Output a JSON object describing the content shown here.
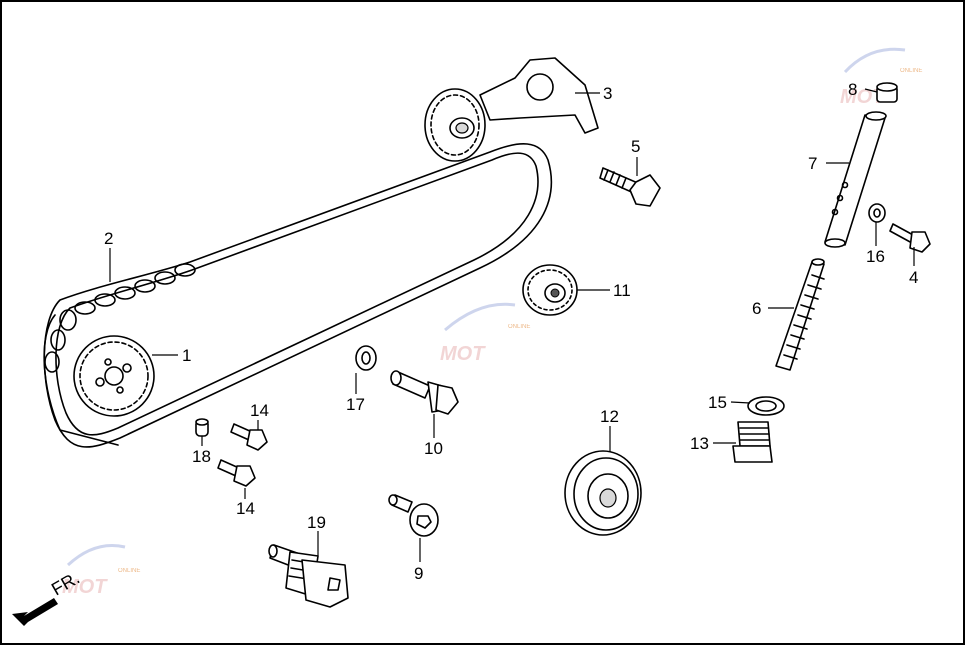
{
  "callouts": {
    "c1": "1",
    "c2": "2",
    "c3": "3",
    "c4": "4",
    "c5": "5",
    "c6": "6",
    "c7": "7",
    "c8": "8",
    "c9": "9",
    "c10": "10",
    "c11": "11",
    "c12": "12",
    "c13": "13",
    "c14a": "14",
    "c14b": "14",
    "c15": "15",
    "c16": "16",
    "c17": "17",
    "c18": "18",
    "c19": "19"
  },
  "direction_label": "FR.",
  "watermark": {
    "text": "MOT",
    "sub": "ONLINE"
  },
  "colors": {
    "line": "#000000",
    "background": "#ffffff",
    "watermark": "#e8b4b4"
  },
  "icons": {
    "direction": "front-arrow-icon",
    "watermark": "moto-watermark-logo"
  }
}
